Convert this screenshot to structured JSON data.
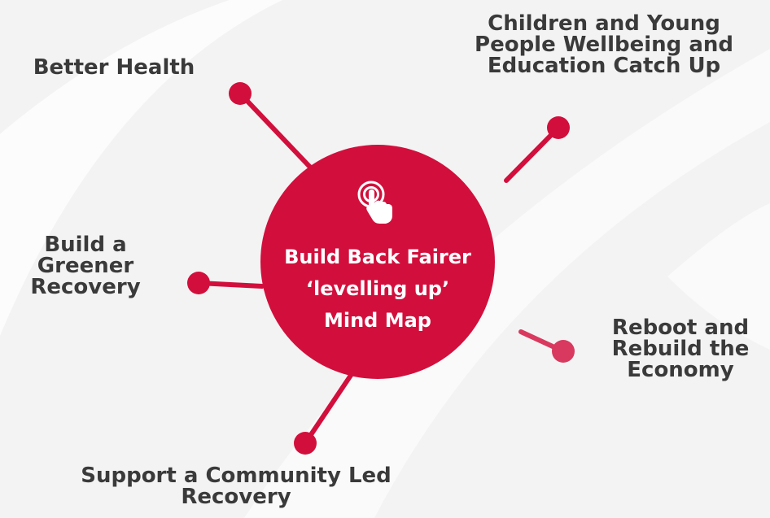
{
  "colors": {
    "accent": "#d20f3c",
    "accent_light": "#d9395e",
    "label": "#3a3a3a",
    "background": "#f3f3f3",
    "background_shape": "#ffffff"
  },
  "center": {
    "icon": "touch-tap-icon",
    "lines": [
      "Build Back Fairer",
      "‘levelling up’",
      "Mind Map"
    ]
  },
  "branches": [
    {
      "id": "better-health",
      "lines": [
        "Better Health"
      ]
    },
    {
      "id": "children-young-people",
      "lines": [
        "Children and Young",
        "People Wellbeing and",
        "Education Catch Up"
      ]
    },
    {
      "id": "greener-recovery",
      "lines": [
        "Build a",
        "Greener",
        "Recovery"
      ]
    },
    {
      "id": "reboot-economy",
      "lines": [
        "Reboot and",
        "Rebuild the",
        "Economy"
      ]
    },
    {
      "id": "community-recovery",
      "lines": [
        "Support a Community Led",
        "Recovery"
      ]
    }
  ]
}
